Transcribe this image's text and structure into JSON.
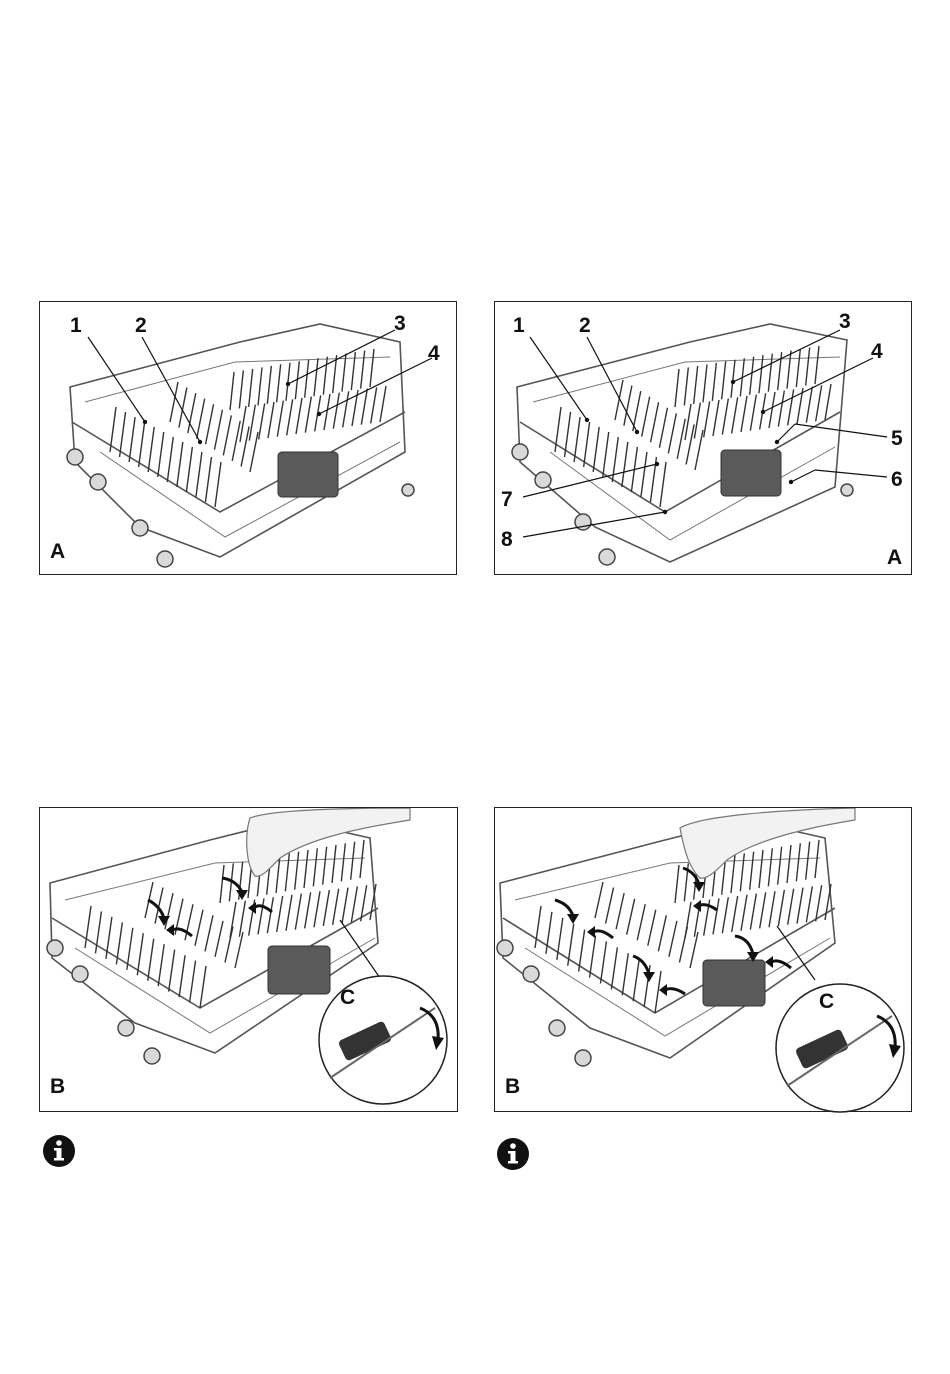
{
  "panels": [
    {
      "id": "top-left",
      "letter": "A",
      "callouts": [
        "1",
        "2",
        "3",
        "4"
      ]
    },
    {
      "id": "top-right",
      "letter": "A",
      "callouts": [
        "1",
        "2",
        "3",
        "4",
        "5",
        "6",
        "7",
        "8"
      ]
    },
    {
      "id": "bottom-left",
      "letter": "B",
      "detail_letter": "C"
    },
    {
      "id": "bottom-right",
      "letter": "B",
      "detail_letter": "C"
    }
  ],
  "icons": {
    "info": "info-icon"
  }
}
